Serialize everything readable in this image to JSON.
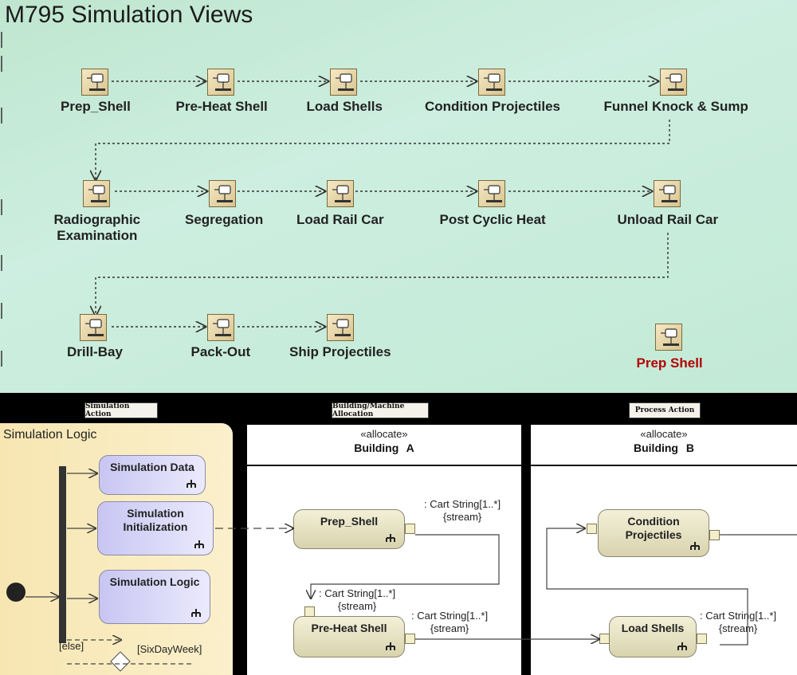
{
  "top": {
    "title": "M795 Simulation Views",
    "rows": [
      [
        "Prep_Shell",
        "Pre-Heat Shell",
        "Load Shells",
        "Condition Projectiles",
        "Funnel Knock & Sump"
      ],
      [
        "Radiographic\nExamination",
        "Segregation",
        "Load Rail Car",
        "Post Cyclic Heat",
        "Unload Rail Car"
      ],
      [
        "Drill-Bay",
        "Pack-Out",
        "Ship Projectiles"
      ]
    ],
    "standalone": "Prep Shell"
  },
  "bottom": {
    "tabs": [
      "Simulation Action",
      "Building/Machine Allocation",
      "Process Action"
    ],
    "sim_logic": {
      "title": "Simulation Logic",
      "actions": [
        "Simulation Data",
        "Simulation Initialization",
        "Simulation Logic"
      ],
      "guards": [
        "[else]",
        "[SixDayWeek]"
      ]
    },
    "building_a": {
      "stereotype": "«allocate»",
      "name": "Building  A",
      "actions": [
        "Prep_Shell",
        "Pre-Heat Shell"
      ],
      "flow_label_1": ": Cart String[1..*]\n{stream}",
      "flow_label_2": ": Cart String[1..*]\n{stream}",
      "flow_label_3": ": Cart String[1..*]\n{stream}"
    },
    "building_b": {
      "stereotype": "«allocate»",
      "name": "Building  B",
      "actions": [
        "Condition\nProjectiles",
        "Load Shells"
      ],
      "flow_label_1": ": Cart String[1..*]\n{stream}"
    }
  },
  "colors": {
    "top_bg": "#c6ecd8",
    "logic_bg": "#f9ebbf",
    "red_label": "#b40000"
  }
}
